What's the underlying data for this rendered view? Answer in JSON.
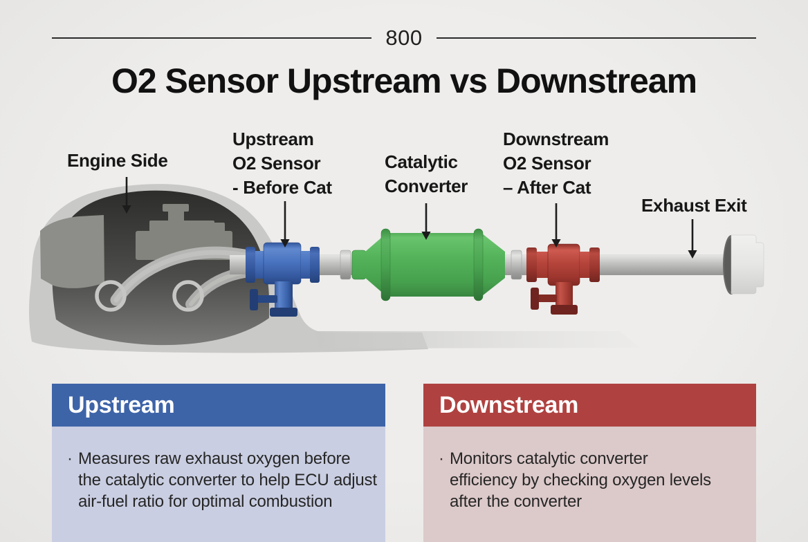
{
  "header": {
    "top_number": "800",
    "title": "O2 Sensor Upstream vs Downstream"
  },
  "diagram": {
    "labels": {
      "engine_side": {
        "lines": [
          "Engine Side"
        ]
      },
      "upstream": {
        "lines": [
          "Upstream",
          "O2 Sensor",
          "- Before Cat"
        ]
      },
      "catalytic": {
        "lines": [
          "Catalytic",
          "Converter"
        ]
      },
      "downstream": {
        "lines": [
          "Downstream",
          "O2 Sensor",
          "– After Cat"
        ]
      },
      "exhaust_exit": {
        "lines": [
          "Exhaust Exit"
        ]
      }
    },
    "colors": {
      "background": "#eceae8",
      "upstream_sensor": "#4a74c0",
      "catalytic_converter": "#54b35a",
      "downstream_sensor": "#b6453c",
      "pipe": "#c2c2c0",
      "engine_bay_shell": "#c9c9c7",
      "engine_bay_dark": "#3a3a38",
      "exhaust_tip": "#e6e6e4"
    }
  },
  "cards": {
    "bullet_char": "·",
    "upstream": {
      "title": "Upstream",
      "bullet_lines": [
        "Measures raw exhaust oxygen before",
        "the catalytic converter to help ECU adjust",
        "air-fuel ratio for optimal combustion"
      ],
      "header_color": "#3e64a8",
      "body_color": "#c9cee2"
    },
    "downstream": {
      "title": "Downstream",
      "bullet_lines": [
        "Monitors catalytic converter",
        "efficiency by checking oxygen levels",
        "after the converter"
      ],
      "header_color": "#af4240",
      "body_color": "#dcc9ca"
    }
  }
}
